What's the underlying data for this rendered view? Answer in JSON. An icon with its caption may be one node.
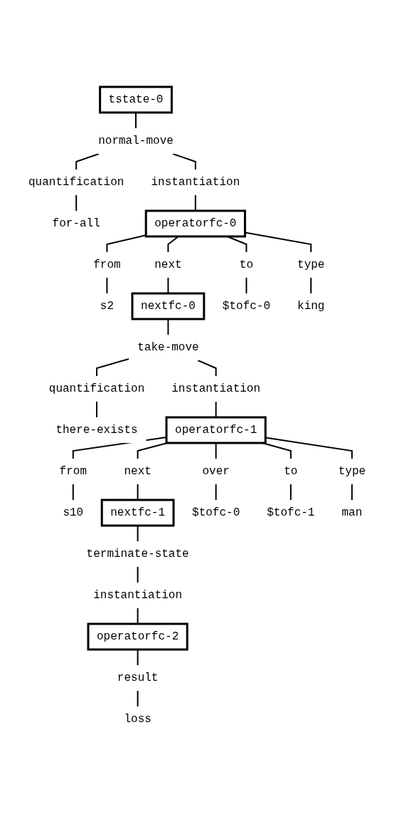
{
  "diagram": {
    "nodes": [
      {
        "text": [
          "tstate-0"
        ]
      },
      {
        "text": [
          "normal-move"
        ]
      },
      {
        "text": [
          "quantification"
        ]
      },
      {
        "text": [
          "instantiation"
        ]
      },
      {
        "text": [
          "for-all"
        ]
      },
      {
        "text": [
          "operatorfc-0"
        ]
      },
      {
        "text": [
          "from"
        ]
      },
      {
        "text": [
          "next"
        ]
      },
      {
        "text": [
          "to"
        ]
      },
      {
        "text": [
          "type"
        ]
      },
      {
        "text": [
          "s2"
        ]
      },
      {
        "text": [
          "nextfc-0"
        ]
      },
      {
        "text": [
          "$tofc-0"
        ]
      },
      {
        "text": [
          "king"
        ]
      },
      {
        "text": [
          "take-move"
        ]
      },
      {
        "text": [
          "quantification"
        ]
      },
      {
        "text": [
          "instantiation"
        ]
      },
      {
        "text": [
          "there-exists"
        ]
      },
      {
        "text": [
          "operatorfc-1"
        ]
      },
      {
        "text": [
          "from"
        ]
      },
      {
        "text": [
          "next"
        ]
      },
      {
        "text": [
          "over"
        ]
      },
      {
        "text": [
          "to"
        ]
      },
      {
        "text": [
          "type"
        ]
      },
      {
        "text": [
          "s10"
        ]
      },
      {
        "text": [
          "nextfc-1"
        ]
      },
      {
        "text": [
          "$tofc-0"
        ]
      },
      {
        "text": [
          "$tofc-1"
        ]
      },
      {
        "text": [
          "man"
        ]
      },
      {
        "text": [
          "terminate-state"
        ]
      },
      {
        "text": [
          "instantiation"
        ]
      },
      {
        "text": [
          "operatorfc-2"
        ]
      },
      {
        "text": [
          "result"
        ]
      },
      {
        "text": [
          "loss"
        ]
      }
    ],
    "edges": [
      {
        "from": 0,
        "to": 1,
        "arrow": "none"
      },
      {
        "from": 1,
        "to": 2,
        "arrow": "none"
      },
      {
        "from": 1,
        "to": 3,
        "arrow": "none"
      },
      {
        "from": 2,
        "to": 4,
        "arrow": "none"
      },
      {
        "from": 3,
        "to": 5,
        "arrow": "none"
      },
      {
        "from": 5,
        "to": 6,
        "arrow": "none"
      },
      {
        "from": 5,
        "to": 7,
        "arrow": "none"
      },
      {
        "from": 5,
        "to": 8,
        "arrow": "none"
      },
      {
        "from": 5,
        "to": 9,
        "arrow": "none"
      },
      {
        "from": 6,
        "to": 10,
        "arrow": "none"
      },
      {
        "from": 7,
        "to": 11,
        "arrow": "none"
      },
      {
        "from": 8,
        "to": 12,
        "arrow": "none"
      },
      {
        "from": 9,
        "to": 13,
        "arrow": "none"
      },
      {
        "from": 11,
        "to": 14,
        "arrow": "none"
      },
      {
        "from": 14,
        "to": 15,
        "arrow": "none"
      },
      {
        "from": 14,
        "to": 16,
        "arrow": "none"
      },
      {
        "from": 15,
        "to": 17,
        "arrow": "none"
      },
      {
        "from": 16,
        "to": 18,
        "arrow": "none"
      },
      {
        "from": 18,
        "to": 19,
        "arrow": "none"
      },
      {
        "from": 18,
        "to": 20,
        "arrow": "none"
      },
      {
        "from": 18,
        "to": 21,
        "arrow": "none"
      },
      {
        "from": 18,
        "to": 22,
        "arrow": "none"
      },
      {
        "from": 18,
        "to": 23,
        "arrow": "none"
      },
      {
        "from": 19,
        "to": 24,
        "arrow": "none"
      },
      {
        "from": 20,
        "to": 25,
        "arrow": "none"
      },
      {
        "from": 21,
        "to": 26,
        "arrow": "none"
      },
      {
        "from": 22,
        "to": 27,
        "arrow": "none"
      },
      {
        "from": 23,
        "to": 28,
        "arrow": "none"
      },
      {
        "from": 25,
        "to": 29,
        "arrow": "none"
      },
      {
        "from": 29,
        "to": 30,
        "arrow": "none"
      },
      {
        "from": 30,
        "to": 31,
        "arrow": "none"
      },
      {
        "from": 31,
        "to": 32,
        "arrow": "none"
      },
      {
        "from": 32,
        "to": 33,
        "arrow": "none"
      }
    ]
  }
}
